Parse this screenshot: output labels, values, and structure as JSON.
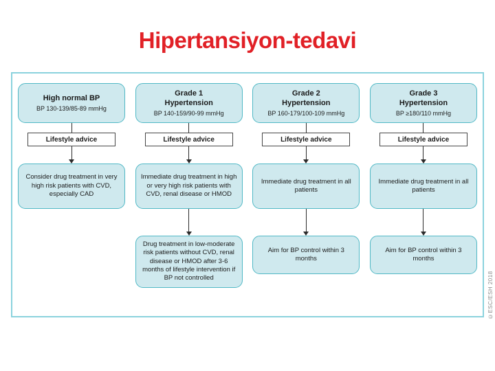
{
  "title": "Hipertansiyon-tedavi",
  "copyright": "©ESC/ESH 2018",
  "colors": {
    "title_red": "#e12026",
    "box_fill": "#cfe9ee",
    "box_border": "#4fb8c5",
    "outer_border": "#8ad2dd",
    "line_color": "#2b2b2b",
    "copyright_gray": "#8a8a8a"
  },
  "columns": [
    {
      "title1": "High normal BP",
      "title2": "",
      "bp": "BP 130-139/85-89 mmHg",
      "lifestyle": "Lifestyle advice",
      "box2": "Consider drug treatment in very high risk patients with CVD, especially CAD",
      "box3": ""
    },
    {
      "title1": "Grade 1",
      "title2": "Hypertension",
      "bp": "BP 140-159/90-99 mmHg",
      "lifestyle": "Lifestyle advice",
      "box2": "Immediate drug treatment in high or very high risk patients with CVD, renal disease or HMOD",
      "box3": "Drug treatment in low-moderate risk patients without CVD, renal disease or HMOD after 3-6 months of lifestyle intervention if BP not controlled"
    },
    {
      "title1": "Grade 2",
      "title2": "Hypertension",
      "bp": "BP 160-179/100-109 mmHg",
      "lifestyle": "Lifestyle advice",
      "box2": "Immediate drug treatment in all patients",
      "box3": "Aim for BP control within 3 months"
    },
    {
      "title1": "Grade 3",
      "title2": "Hypertension",
      "bp": "BP ≥180/110 mmHg",
      "lifestyle": "Lifestyle advice",
      "box2": "Immediate drug treatment in all patients",
      "box3": "Aim for BP control within 3 months"
    }
  ]
}
